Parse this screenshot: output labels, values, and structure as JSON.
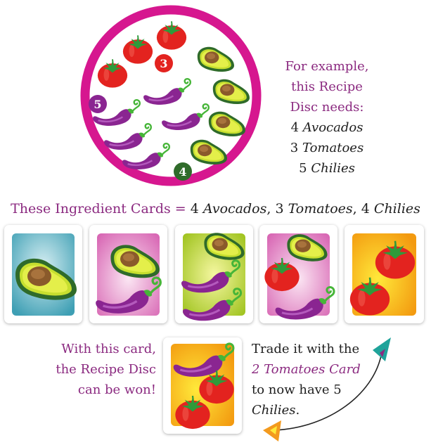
{
  "recipe_disc": {
    "badges": {
      "tomatoes": "3",
      "chilies": "5",
      "avocados": "4"
    },
    "ring_color": "#d6178f"
  },
  "disc_caption": {
    "line1": "For example,",
    "line2": "this Recipe",
    "line3": "Disc needs:",
    "items": [
      {
        "count": "4",
        "name": "Avocados"
      },
      {
        "count": "3",
        "name": "Tomatoes"
      },
      {
        "count": "5",
        "name": "Chilies"
      }
    ]
  },
  "ingredient_heading": {
    "prefix": "These Ingredient Cards = ",
    "items": [
      {
        "count": "4",
        "name": "Avocados",
        "sep": ", "
      },
      {
        "count": "3",
        "name": "Tomatoes",
        "sep": ", "
      },
      {
        "count": "4",
        "name": "Chilies",
        "sep": ""
      }
    ]
  },
  "cards": [
    {
      "background": "blue",
      "contents": [
        "avocado"
      ]
    },
    {
      "background": "pink",
      "contents": [
        "avocado",
        "chili"
      ]
    },
    {
      "background": "green",
      "contents": [
        "avocado",
        "chili",
        "chili"
      ]
    },
    {
      "background": "pink",
      "contents": [
        "avocado",
        "tomato",
        "chili"
      ]
    },
    {
      "background": "orange",
      "contents": [
        "tomato",
        "tomato"
      ]
    }
  ],
  "bottom": {
    "left_lines": [
      "With this card,",
      "the Recipe Disc",
      "can be won!"
    ],
    "right": {
      "line1": "Trade it with the",
      "line2": "2 Tomatoes Card",
      "line3": "to now have 5",
      "line4": "Chilies",
      "line4_end": "."
    },
    "trade_card": {
      "background": "orange",
      "contents": [
        "chili",
        "tomato",
        "tomato"
      ]
    }
  },
  "colors": {
    "purple_text": "#8b2a80",
    "teal": "#1fa39a",
    "orange": "#f39a1e"
  }
}
